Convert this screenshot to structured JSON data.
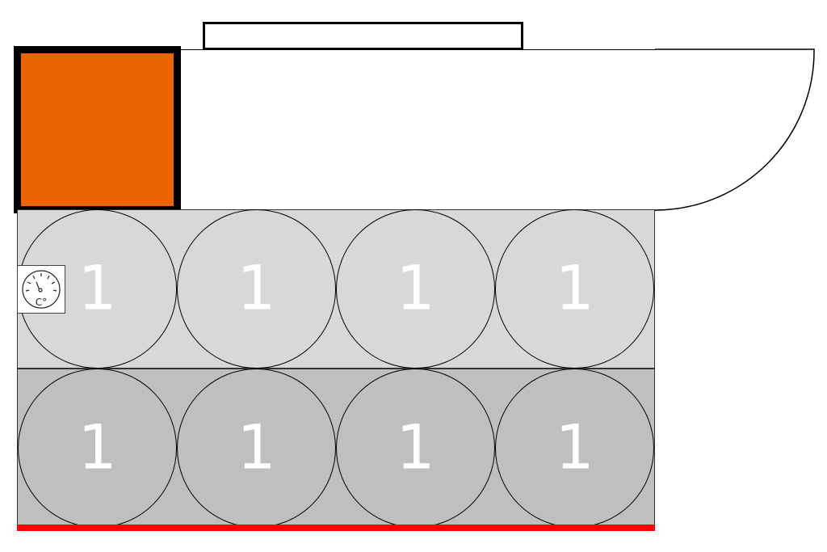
{
  "colors": {
    "hatch_fill": "#ec6401",
    "row_top_fill": "#d8d8d8",
    "row_bottom_fill": "#bfbfbf",
    "label_color": "#ffffff",
    "accent_strip": "#ff0000",
    "outline": "#000000"
  },
  "rows": [
    {
      "cells": [
        "1",
        "1",
        "1",
        "1"
      ]
    },
    {
      "cells": [
        "1",
        "1",
        "1",
        "1"
      ]
    }
  ],
  "gauge": {
    "icon": "thermometer-gauge-icon",
    "unit_label": "C°"
  }
}
